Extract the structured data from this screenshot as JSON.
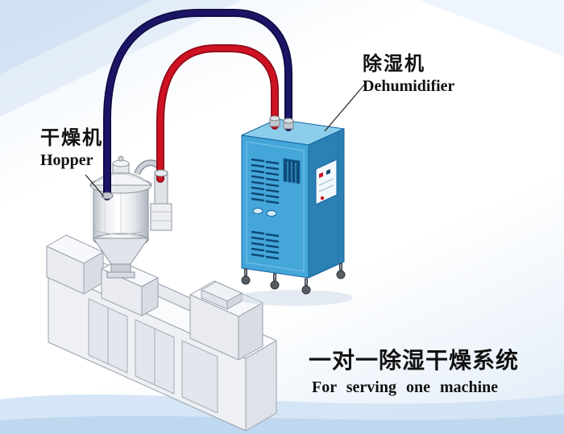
{
  "image_type": "equipment-diagram",
  "labels": {
    "hopper_cn": "干燥机",
    "hopper_en": "Hopper",
    "dehumidifier_cn": "除湿机",
    "dehumidifier_en": "Dehumidifier",
    "caption_cn": "一对一除湿干燥系统",
    "caption_en": "For serving one machine"
  },
  "colors": {
    "pipe_blue": "#1c1566",
    "pipe_red": "#cf1223",
    "cabinet_front": "#45a6da",
    "cabinet_side": "#2b80b4",
    "cabinet_top": "#8ccdec",
    "vent_slot": "#0d4a77",
    "machine_face": "#eef0f4",
    "machine_top": "#fafbfd",
    "machine_side": "#dfe2e9",
    "text": "#111111"
  }
}
